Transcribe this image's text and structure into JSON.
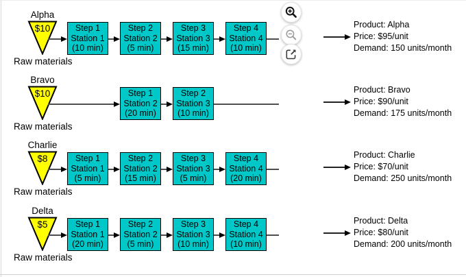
{
  "colors": {
    "station_fill": "#00C8C8",
    "raw_material_fill": "#FFFF00",
    "connector": "#4D4D4D"
  },
  "toolbar": {
    "buttons": [
      {
        "name": "zoom-in",
        "icon": "zoom-in-icon"
      },
      {
        "name": "zoom-out",
        "icon": "zoom-out-icon"
      },
      {
        "name": "open-external",
        "icon": "open-external-icon"
      }
    ]
  },
  "products": [
    {
      "name": "Alpha",
      "raw_cost": "$10",
      "raw_label": "Raw materials",
      "steps": [
        {
          "step": "Step 1",
          "station": "Station 1",
          "time": "(10 min)"
        },
        {
          "step": "Step 2",
          "station": "Station 2",
          "time": "(5 min)"
        },
        {
          "step": "Step 3",
          "station": "Station 3",
          "time": "(15 min)"
        },
        {
          "step": "Step 4",
          "station": "Station 4",
          "time": "(10 min)"
        }
      ],
      "info": {
        "product": "Product: Alpha",
        "price": "Price: $95/unit",
        "demand": "Demand: 150 units/month"
      }
    },
    {
      "name": "Bravo",
      "raw_cost": "$10",
      "raw_label": "Raw materials",
      "steps": [
        {
          "step": "Step 1",
          "station": "Station 2",
          "time": "(20 min)"
        },
        {
          "step": "Step 2",
          "station": "Station 3",
          "time": "(10 min)"
        }
      ],
      "info": {
        "product": "Product: Bravo",
        "price": "Price: $90/unit",
        "demand": "Demand: 175 units/month"
      }
    },
    {
      "name": "Charlie",
      "raw_cost": "$8",
      "raw_label": "Raw materials",
      "steps": [
        {
          "step": "Step 1",
          "station": "Station 1",
          "time": "(5 min)"
        },
        {
          "step": "Step 2",
          "station": "Station 2",
          "time": "(15 min)"
        },
        {
          "step": "Step 3",
          "station": "Station 3",
          "time": "(5 min)"
        },
        {
          "step": "Step 4",
          "station": "Station 4",
          "time": "(20 min)"
        }
      ],
      "info": {
        "product": "Product: Charlie",
        "price": "Price: $70/unit",
        "demand": "Demand: 250 units/month"
      }
    },
    {
      "name": "Delta",
      "raw_cost": "$5",
      "raw_label": "Raw materials",
      "steps": [
        {
          "step": "Step 1",
          "station": "Station 1",
          "time": "(20 min)"
        },
        {
          "step": "Step 2",
          "station": "Station 2",
          "time": "(5 min)"
        },
        {
          "step": "Step 3",
          "station": "Station 3",
          "time": "(10 min)"
        },
        {
          "step": "Step 4",
          "station": "Station 4",
          "time": "(10 min)"
        }
      ],
      "info": {
        "product": "Product: Delta",
        "price": "Price: $80/unit",
        "demand": "Demand: 200 units/month"
      }
    }
  ]
}
